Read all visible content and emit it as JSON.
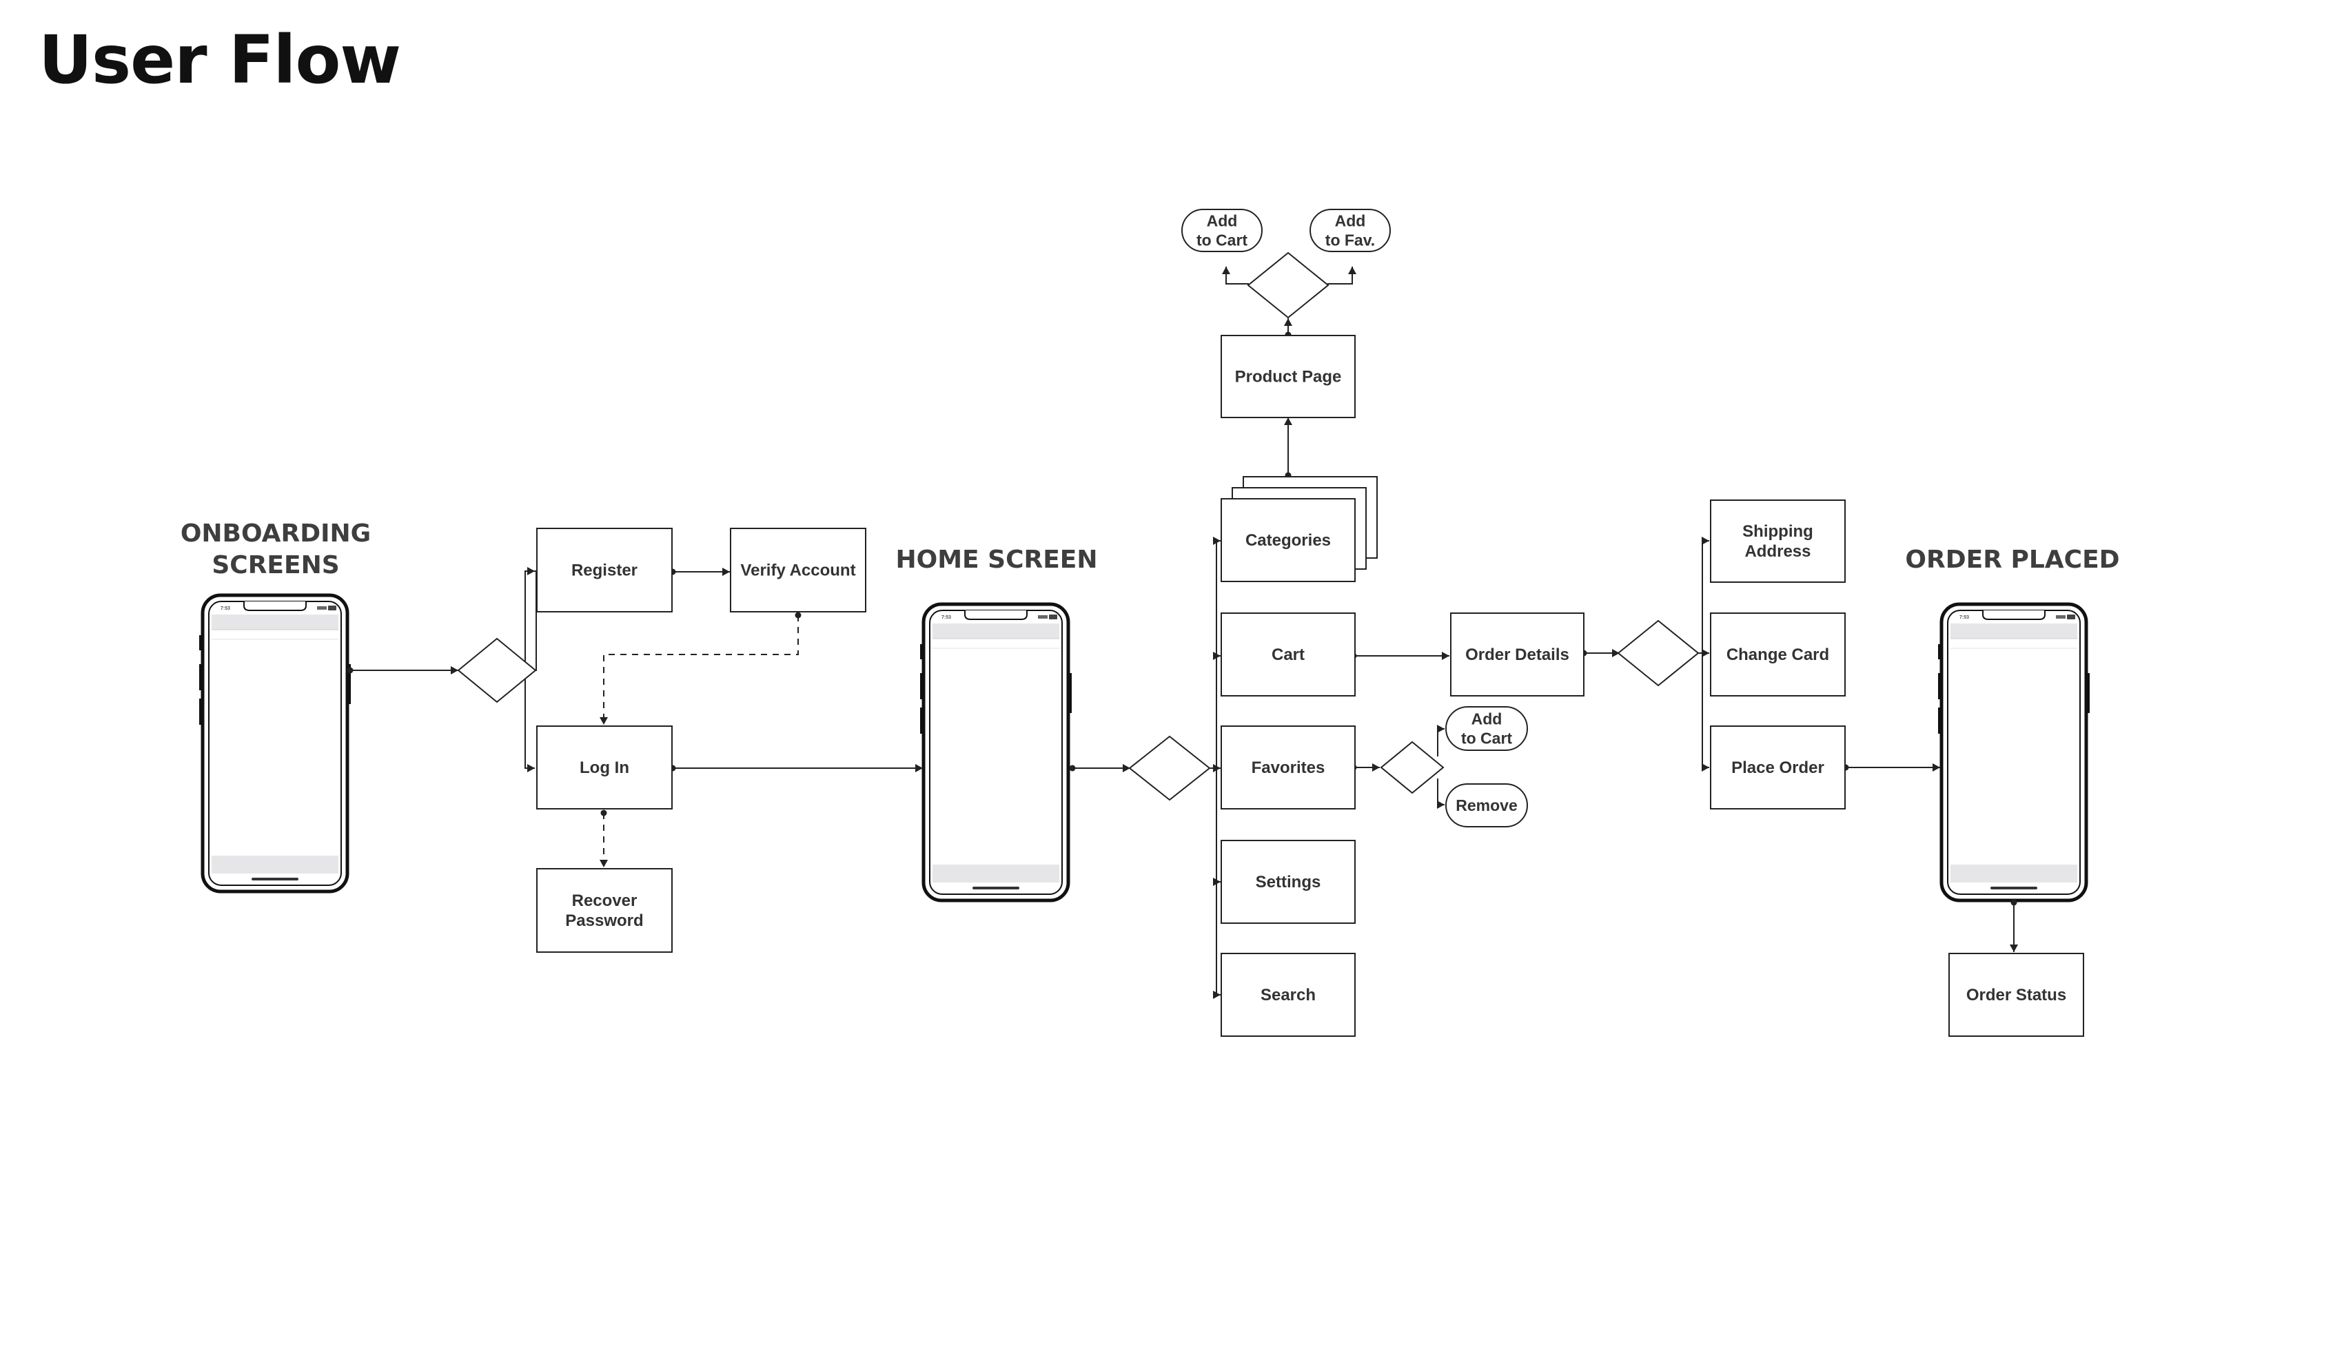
{
  "title": "User Flow",
  "colors": {
    "stroke": "#222222",
    "text": "#333333",
    "heading": "#3e3e3e"
  },
  "phones": [
    {
      "id": "onboarding",
      "heading": "ONBOARDING\nSCREENS",
      "time": "7:53"
    },
    {
      "id": "home",
      "heading": "HOME SCREEN",
      "time": "7:53"
    },
    {
      "id": "order-placed",
      "heading": "ORDER PLACED",
      "time": "7:53"
    }
  ],
  "boxes": {
    "register": "Register",
    "verify_account": "Verify Account",
    "log_in": "Log In",
    "recover_password": "Recover\nPassword",
    "categories": "Categories",
    "cart": "Cart",
    "favorites": "Favorites",
    "settings": "Settings",
    "search": "Search",
    "product_page": "Product Page",
    "order_details": "Order Details",
    "shipping_address": "Shipping\nAddress",
    "change_card": "Change Card",
    "place_order": "Place Order",
    "order_status": "Order Status"
  },
  "pills": {
    "product_add_to_cart": "Add\nto Cart",
    "product_add_to_fav": "Add\nto Fav.",
    "favorites_add_to_cart": "Add\nto Cart",
    "favorites_remove": "Remove"
  }
}
